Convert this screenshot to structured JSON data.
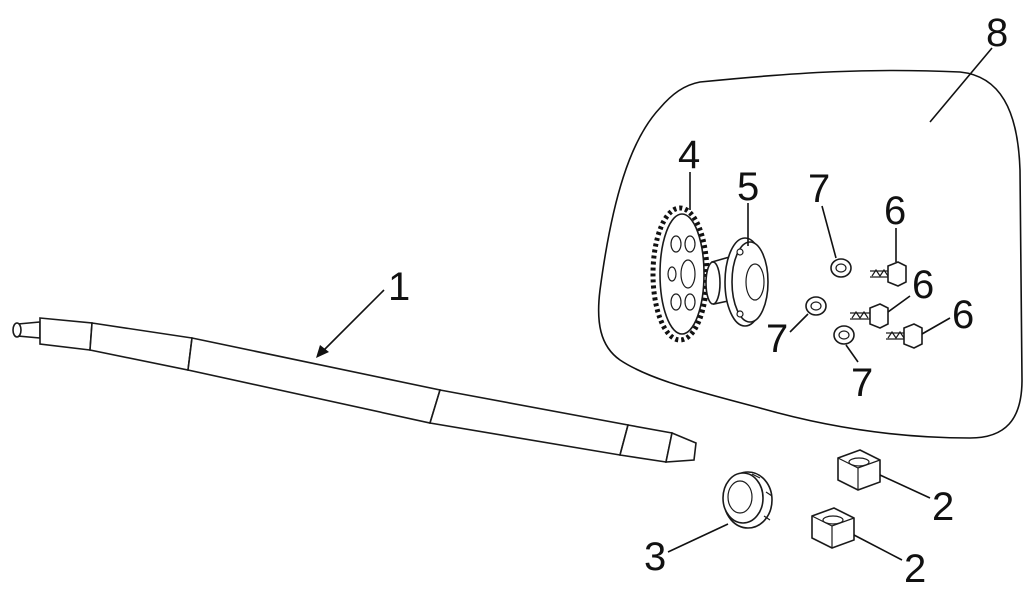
{
  "callouts": {
    "shaft": "1",
    "nut_a": "2",
    "nut_b": "2",
    "collar": "3",
    "sprocket": "4",
    "hub": "5",
    "bolt_a": "6",
    "bolt_b": "6",
    "bolt_c": "6",
    "washer_a": "7",
    "washer_b": "7",
    "washer_c": "7",
    "kit_panel": "8"
  },
  "colors": {
    "line": "#111111",
    "background": "#ffffff"
  }
}
